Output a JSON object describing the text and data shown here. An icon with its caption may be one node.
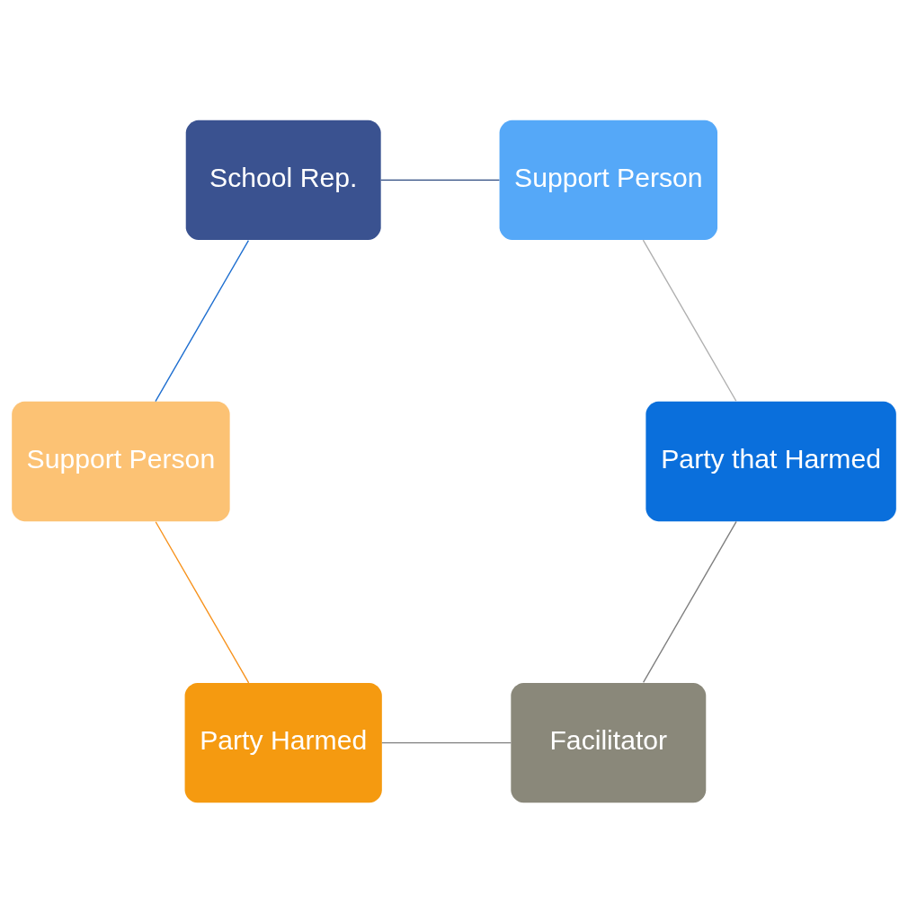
{
  "diagram": {
    "nodes": [
      {
        "text": [
          "Facilitator"
        ]
      },
      {
        "text": [
          "Party that Harmed"
        ]
      },
      {
        "text": [
          "Party Harmed"
        ]
      },
      {
        "text": [
          "Support Person"
        ]
      },
      {
        "text": [
          "Support Person"
        ]
      },
      {
        "text": [
          "School Rep."
        ]
      }
    ],
    "edges": [
      {
        "from": 0,
        "to": 2,
        "arrow": "none",
        "color": "#808080"
      },
      {
        "from": 2,
        "to": 4,
        "arrow": "none",
        "color": "#f7931e"
      },
      {
        "from": 4,
        "to": 5,
        "arrow": "none",
        "color": "#1f6fd0"
      },
      {
        "from": 5,
        "to": 3,
        "arrow": "none",
        "color": "#2e4a80"
      },
      {
        "from": 3,
        "to": 1,
        "arrow": "none",
        "color": "#b0b0b0"
      },
      {
        "from": 1,
        "to": 0,
        "arrow": "none",
        "color": "#808080"
      }
    ]
  }
}
